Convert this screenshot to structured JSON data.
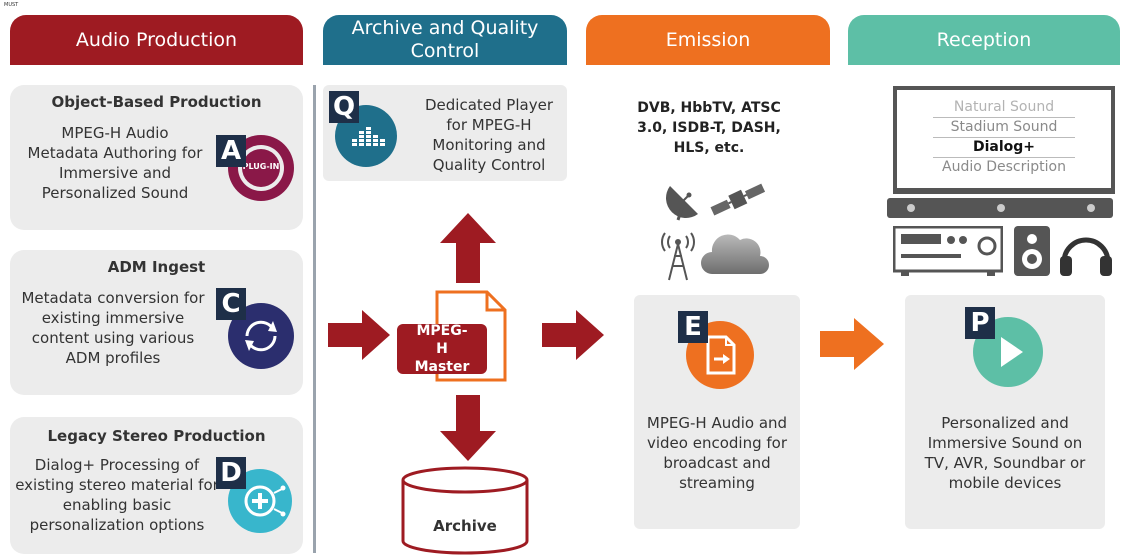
{
  "corner_mark": "MUST",
  "headers": {
    "production": "Audio Production",
    "archive": "Archive and Quality Control",
    "emission": "Emission",
    "reception": "Reception"
  },
  "colors": {
    "production": "#9e1b22",
    "archive": "#1f6f8b",
    "emission": "#ee7020",
    "reception": "#5dbfa6",
    "letter_badge": "#1e2f48",
    "arrow_red": "#9e1b22",
    "arrow_orange": "#ee7020"
  },
  "production": {
    "object_based": {
      "title": "Object-Based Production",
      "text": "MPEG-H Audio Metadata Authoring for Immersive and Personalized Sound",
      "badge": "A",
      "icon": "plug-in-icon",
      "icon_label": "PLUG-IN"
    },
    "adm_ingest": {
      "title": "ADM Ingest",
      "text": "Metadata conversion for existing immersive content using various ADM profiles",
      "badge": "C",
      "icon": "convert-cycle-icon"
    },
    "legacy_stereo": {
      "title": "Legacy Stereo Production",
      "text": "Dialog+ Processing of existing stereo material for enabling basic personalization options",
      "badge": "D",
      "icon": "dialog-plus-icon"
    }
  },
  "archive": {
    "player": {
      "badge": "Q",
      "text": "Dedicated Player for MPEG-H Monitoring and Quality Control",
      "icon": "level-meter-icon"
    },
    "master_label": "MPEG-H Master",
    "archive_label": "Archive"
  },
  "emission": {
    "standards": "DVB, HbbTV, ATSC 3.0, ISDB-T, DASH, HLS, etc.",
    "encoder": {
      "badge": "E",
      "text": "MPEG-H Audio and video encoding for broadcast and streaming",
      "icon": "encode-document-icon"
    }
  },
  "reception": {
    "tv_menu": [
      "Natural Sound",
      "Stadium Sound",
      "Dialog+",
      "Audio Description"
    ],
    "tv_selected": "Dialog+",
    "player": {
      "badge": "P",
      "text": "Personalized and Immersive Sound on TV, AVR, Soundbar or mobile devices",
      "icon": "play-icon"
    }
  }
}
